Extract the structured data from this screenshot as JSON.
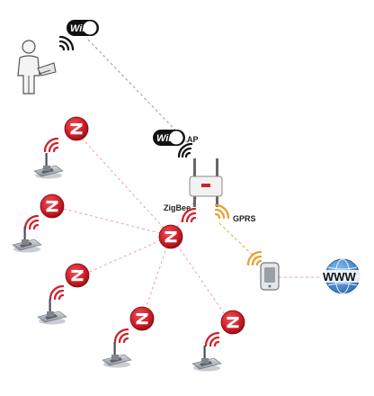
{
  "labels": {
    "wifi_badge_top": "WiFi",
    "wifi_badge_ap": "WiFi",
    "ap_suffix": "AP",
    "zigbee": "ZigBee",
    "gprs": "GPRS",
    "www": "WWW"
  },
  "icons": {
    "user": "user-with-laptop-icon",
    "wifi_logo": "wifi-logo-icon",
    "access_point": "access-point-router-icon",
    "zigbee_coordinator": "zigbee-logo-icon",
    "zigbee_node": "zigbee-sensor-node-icon",
    "gprs_modem": "gprs-modem-icon",
    "internet": "globe-icon",
    "signal": "signal-waves-icon"
  },
  "colors": {
    "zigbee_red": "#d0202a",
    "wifi_link": "#999999",
    "zigbee_link": "#f2a0a0",
    "gprs_link": "#e8a030",
    "signal_red": "#d0202a",
    "signal_orange": "#e8a030",
    "signal_black": "#111111",
    "globe_blue": "#3a7ec8"
  },
  "zigbee_nodes_count": 6
}
